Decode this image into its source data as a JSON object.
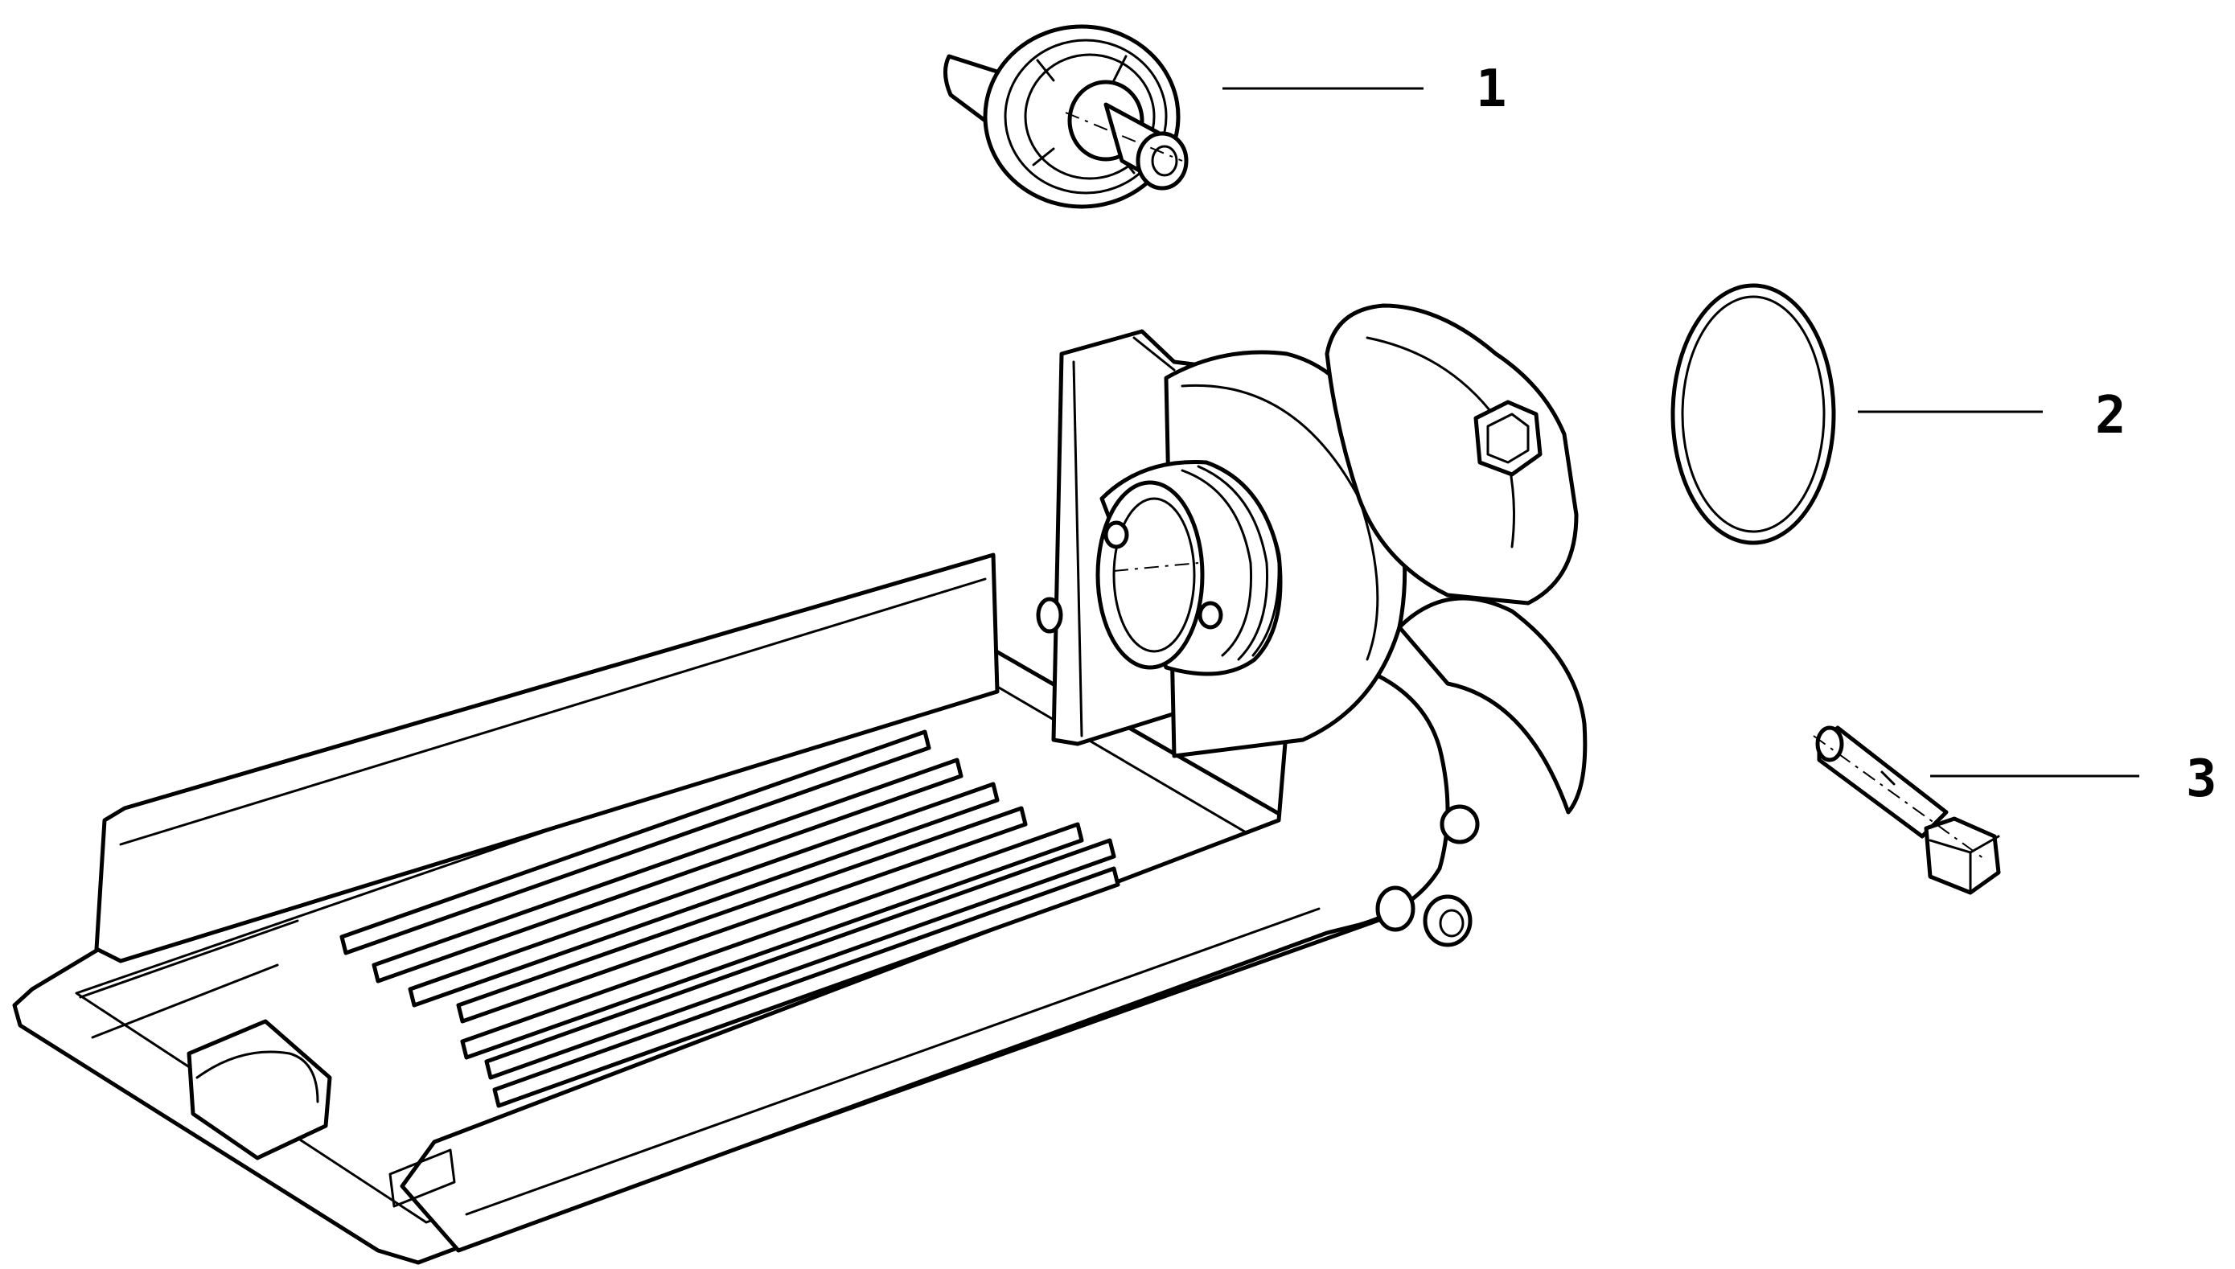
{
  "diagram": {
    "callouts": [
      {
        "id": "1",
        "label": "1",
        "part": "adapter-fitting"
      },
      {
        "id": "2",
        "label": "2",
        "part": "o-ring"
      },
      {
        "id": "3",
        "label": "3",
        "part": "hex-bolt"
      }
    ],
    "colors": {
      "line": "#000000",
      "background": "#ffffff"
    }
  }
}
